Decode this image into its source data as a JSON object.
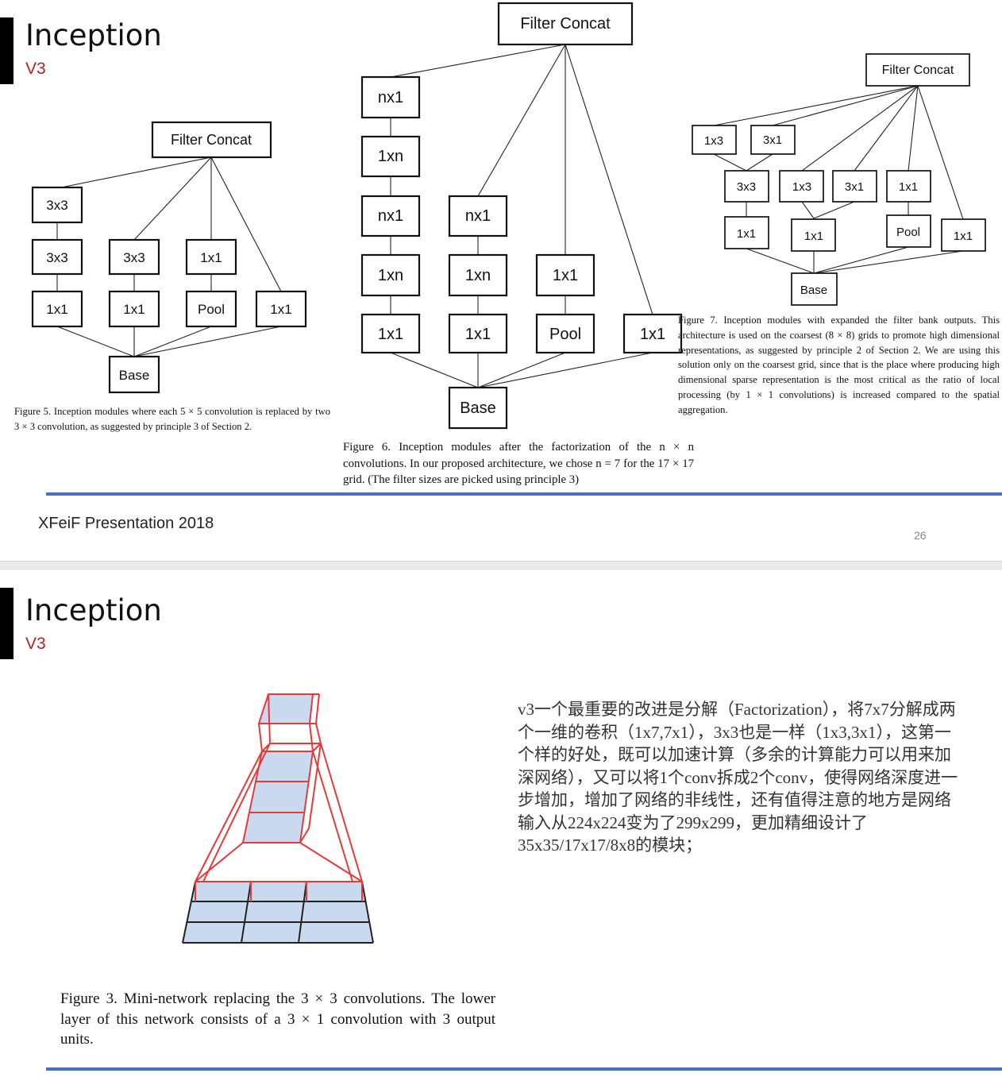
{
  "slide1": {
    "title": "Inception",
    "subtitle": "V3",
    "accent_color": "#000000",
    "subtitle_color": "#b22222",
    "rule_color": "#4a6fc0",
    "figure5": {
      "concat": "Filter Concat",
      "row3": [
        "3x3"
      ],
      "row2": [
        "3x3",
        "3x3",
        "1x1"
      ],
      "row1": [
        "1x1",
        "1x1",
        "Pool",
        "1x1"
      ],
      "base": "Base",
      "caption": "Figure 5. Inception modules where each 5 × 5 convolution is replaced by two 3 × 3 convolution, as suggested by principle 3 of Section 2."
    },
    "figure6": {
      "concat": "Filter Concat",
      "row5": [
        "nx1"
      ],
      "row4": [
        "1xn"
      ],
      "row3": [
        "nx1",
        "nx1"
      ],
      "row2": [
        "1xn",
        "1xn",
        "1x1"
      ],
      "row1": [
        "1x1",
        "1x1",
        "Pool",
        "1x1"
      ],
      "base": "Base",
      "caption": "Figure 6. Inception modules after the factorization of the n × n convolutions. In our proposed architecture, we chose n = 7 for the 17 × 17 grid. (The filter sizes are picked using principle 3)"
    },
    "figure7": {
      "concat": "Filter Concat",
      "row3": [
        "1x3",
        "3x1"
      ],
      "row2": [
        "3x3",
        "1x3",
        "3x1",
        "1x1"
      ],
      "row1": [
        "1x1",
        "1x1",
        "Pool",
        "1x1"
      ],
      "base": "Base",
      "caption": "Figure 7. Inception modules with expanded the filter bank outputs. This architecture is used on the coarsest (8 × 8) grids to promote high dimensional representations, as suggested by principle 2 of Section 2. We are using this solution only on the coarsest grid, since that is the place where producing high dimensional sparse representation is the most critical as the ratio of local processing (by 1 × 1 convolutions) is increased compared to the spatial aggregation."
    },
    "footer": "XFeiF  Presentation 2018",
    "page_number": "26"
  },
  "slide2": {
    "title": "Inception",
    "subtitle": "V3",
    "figure3": {
      "caption": "Figure 3. Mini-network replacing the 3 × 3 convolutions. The lower layer of this network consists of a 3 × 1 convolution with 3 output units.",
      "stroke_color": "#e23b3b",
      "fill_color": "#c9daf0"
    },
    "body_text": "v3一个最重要的改进是分解（Factorization），将7x7分解成两个一维的卷积（1x7,7x1），3x3也是一样（1x3,3x1），这第一个样的好处，既可以加速计算（多余的计算能力可以用来加深网络），又可以将1个conv拆成2个conv，使得网络深度进一步增加，增加了网络的非线性，还有值得注意的地方是网络输入从224x224变为了299x299，更加精细设计了35x35/17x17/8x8的模块；"
  }
}
